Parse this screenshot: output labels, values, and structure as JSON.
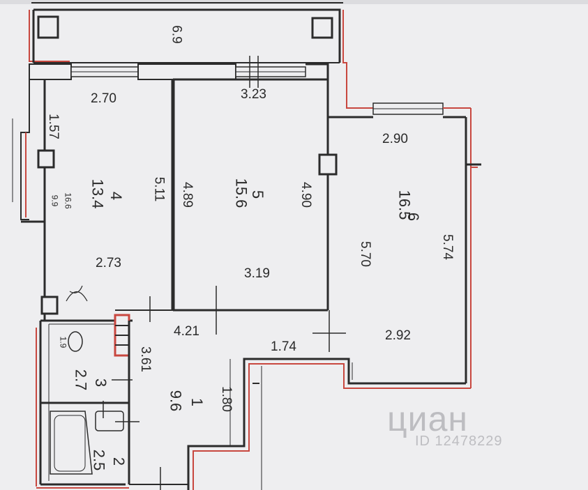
{
  "plan": {
    "dimensions": {
      "balcony_length": "6.9",
      "room4_width": "2.70",
      "room5_width": "3.23",
      "window_pier": "1.57",
      "room4_depth": "5.11",
      "room5_depth_left": "4.89",
      "room5_depth_right": "4.90",
      "room6_width_top": "2.90",
      "room6_depth_left": "5.70",
      "room6_depth_right": "5.74",
      "room4_width_bottom": "2.73",
      "room5_width_bottom": "3.19",
      "hall_width": "4.21",
      "hall_depth": "3.61",
      "corridor_width": "1.74",
      "room6_width_bottom": "2.92",
      "hall_offset": "1.80",
      "loggia_note": "16.6",
      "loggia_note2": "9.9",
      "bath_note": "1.9"
    },
    "rooms": [
      {
        "number": "4",
        "area": "13.4"
      },
      {
        "number": "5",
        "area": "15.6"
      },
      {
        "number": "6",
        "area": "16.5"
      },
      {
        "number": "1",
        "area": "9.6"
      },
      {
        "number": "3",
        "area": "2.7"
      },
      {
        "number": "2",
        "area": "2.5"
      }
    ]
  },
  "watermark": {
    "brand": "циан",
    "id": "ID 12478229"
  },
  "colors": {
    "wall": "#2b2b2b",
    "accent_line": "#c8473f",
    "background": "#eeeef0"
  }
}
